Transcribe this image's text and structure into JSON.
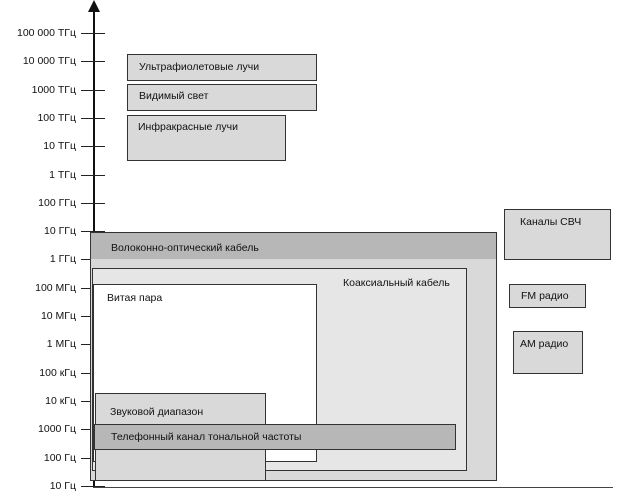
{
  "axis": {
    "ticks": [
      "100 000 ТГц",
      "10 000 ТГц",
      "1000 ТГц",
      "100 ТГц",
      "10 ТГц",
      "1 ТГц",
      "100 ГГц",
      "10 ГГц",
      "1 ГГц",
      "100 МГц",
      "10 МГц",
      "1 МГц",
      "100 кГц",
      "10 кГц",
      "1000 Гц",
      "100 Гц",
      "10 Гц"
    ]
  },
  "bands": {
    "ultraviolet": "Ультрафиолетовые лучи",
    "visible": "Видимый свет",
    "infrared": "Инфракрасные лучи",
    "fiber": "Волоконно-оптический кабель",
    "coax": "Коаксиальный кабель",
    "twisted_pair": "Витая пара",
    "audio": "Звуковой диапазон",
    "phone": "Телефонный канал тональной частоты",
    "microwave": "Каналы СВЧ",
    "fm": "FM радио",
    "am": "AM радио"
  }
}
